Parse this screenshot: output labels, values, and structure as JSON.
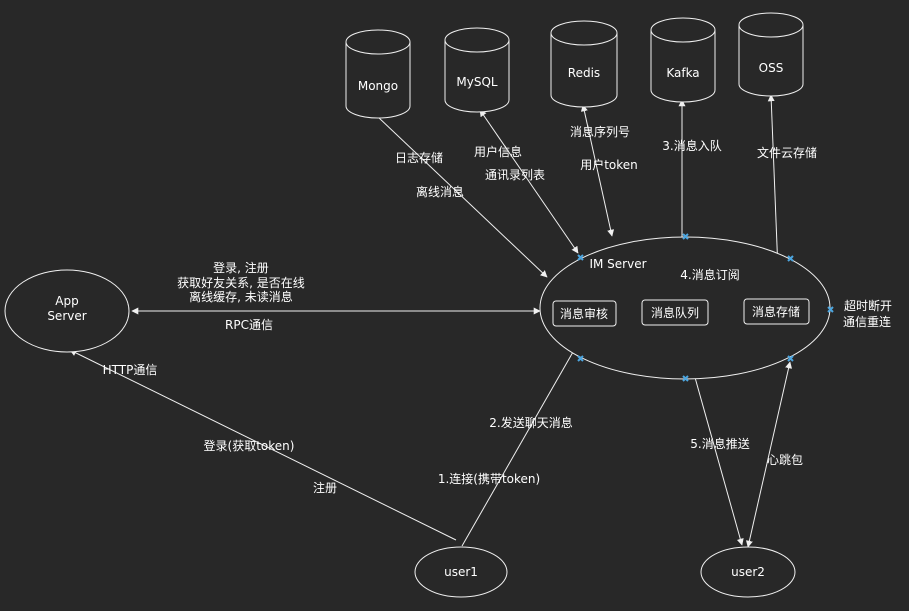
{
  "nodes": {
    "mongo": "Mongo",
    "mysql": "MySQL",
    "redis": "Redis",
    "kafka": "Kafka",
    "oss": "OSS",
    "im_server": "IM Server",
    "app_server_line1": "App",
    "app_server_line2": "Server",
    "user1": "user1",
    "user2": "user2",
    "msg_audit": "消息审核",
    "msg_queue": "消息队列",
    "msg_store": "消息存储"
  },
  "edges": {
    "mongo_1": "日志存储",
    "mongo_2": "离线消息",
    "mysql_1": "用户信息",
    "mysql_2": "通讯录列表",
    "redis_1": "消息序列号",
    "redis_2": "用户token",
    "kafka_in": "3.消息入队",
    "kafka_sub": "4.消息订阅",
    "oss": "文件云存储",
    "app_1": "登录, 注册",
    "app_2": "获取好友关系, 是否在线",
    "app_3": "离线缓存, 未读消息",
    "rpc": "RPC通信",
    "http": "HTTP通信",
    "login": "登录(获取token)",
    "register": "注册",
    "send": "2.发送聊天消息",
    "connect": "1.连接(携带token)",
    "push": "5.消息推送",
    "heartbeat": "心跳包",
    "timeout_1": "超时断开",
    "timeout_2": "通信重连"
  },
  "colors": {
    "background": "#282828",
    "line": "#f0f0f0",
    "marker": "#4da6e0"
  }
}
